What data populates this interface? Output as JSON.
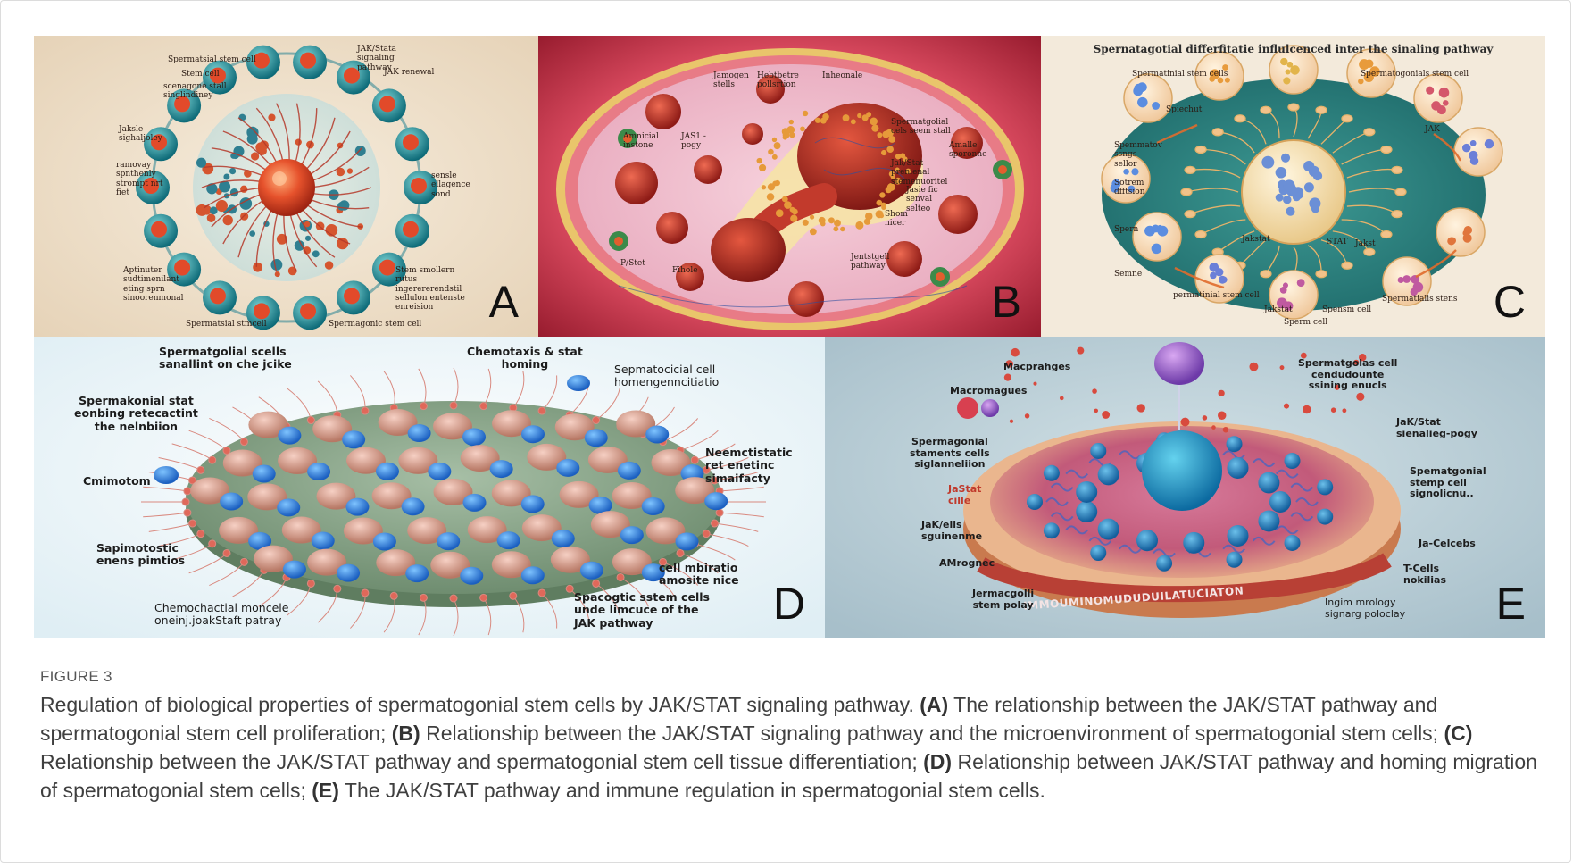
{
  "figure": {
    "label": "FIGURE 3",
    "caption_intro": "Regulation of biological properties of spermatogonial stem cells by JAK/STAT signaling pathway.",
    "parts": [
      {
        "tag": "(A)",
        "text": "The relationship between the JAK/STAT pathway and spermatogonial stem cell proliferation;"
      },
      {
        "tag": "(B)",
        "text": "Relationship between the JAK/STAT signaling pathway and the microenvironment of spermatogonial stem cells;"
      },
      {
        "tag": "(C)",
        "text": "Relationship between the JAK/STAT pathway and spermatogonial stem cell tissue differentiation;"
      },
      {
        "tag": "(D)",
        "text": "Relationship between JAK/STAT pathway and homing migration of spermatogonial stem cells;"
      },
      {
        "tag": "(E)",
        "text": "The JAK/STAT pathway and immune regulation in spermatogonial stem cells."
      }
    ]
  },
  "panels": {
    "a": {
      "letter": "A",
      "labels": [
        "Spermatsial stem cell",
        "Stem cell",
        "scenagone stall singlindiney",
        "JAK/Stata signaling pathway",
        "JAK renewal",
        "Jaksle sighaljoley",
        "ramovay spnthenly strompt nrt fiet",
        "sensle ellagence sond",
        "Aptinuter sudtimenilant eting sprn sinoorenmonal",
        "Stem smollern rutus ingerererendstil sellulon entenste enreision",
        "Spermatsial stmcell",
        "Spermagonic stem cell"
      ]
    },
    "b": {
      "letter": "B",
      "labels": [
        "Jamogen stells",
        "Hebtbetre pollsrtion",
        "Inheonale",
        "Amnicial instone",
        "JAS1 - pogy",
        "Spermatgolial cels seem stall",
        "Amalle sporonne",
        "Jak/Stat prenienal stemenuoritel",
        "Jasie fic senval selteo",
        "Shom nicer",
        "P/Stet",
        "Fihole",
        "Jentstgell pathway"
      ]
    },
    "c": {
      "letter": "C",
      "title": "Spernatagotial differfitatie influlcenced inter the sinaling pathway",
      "labels": [
        "Spermatinial stem cells",
        "Spermatogonials stem cell",
        "Spiechut",
        "Spemmatov ssngs sellor",
        "Sotrem dfftsion",
        "Spern",
        "Semne",
        "JAK",
        "Jakstat",
        "STAT",
        "Jakst",
        "permatinial stem cell",
        "Jakstat",
        "Spensm cell",
        "Spermatialis stens",
        "Sperm cell"
      ]
    },
    "d": {
      "letter": "D",
      "labels": [
        "Spermatgolial scells\nsanallint on che jcike",
        "Chemotaxis & stat\nhoming",
        "Sepmatocicial cell\nhomengenncitiatio",
        "Spermakonial stat\neonbing retecactint\nthe nelnbiion",
        "Neemctistatic\nret enetinc\nsimaifacty",
        "Cmimotom",
        "Sapimotostic\nenens pimtios",
        "cell mbiratio\namosite nice",
        "Chemochactial moncele\noneinj.joakStaft patray",
        "Spacogtic sstem cells\nunde limcuce of the\nJAK pathway"
      ]
    },
    "e": {
      "letter": "E",
      "band_text": "IMMOUMINOMUDUDUILATUCIATON",
      "labels": [
        "Macprahges",
        "Spermatgolas cell\ncendudounte\nssining enucls",
        "Macromagues",
        "JaK/Stat\nsienalieg-pogy",
        "Spermagonial\nstaments cells\nsiglanneliion",
        "Spematgonial\nstemp cell\nsignolicnu..",
        "JaStat\ncille",
        "JaK/ells\nsguinenme",
        "Ja-Celcebs",
        "AMrognec",
        "T-Cells\nnokilias",
        "Jermacgolli\nstem polay",
        "Ingim mrology\nsignarg poloclay"
      ]
    }
  },
  "colors": {
    "caption_text": "#3f3f3f",
    "figure_label": "#555555",
    "panel_a_bg": "#efe2cf",
    "panel_b_bg": "#c9334a",
    "panel_c_bg": "#f2e8d8",
    "panel_d_bg": "#e8f3f6",
    "panel_e_bg": "#b9cdd6"
  }
}
